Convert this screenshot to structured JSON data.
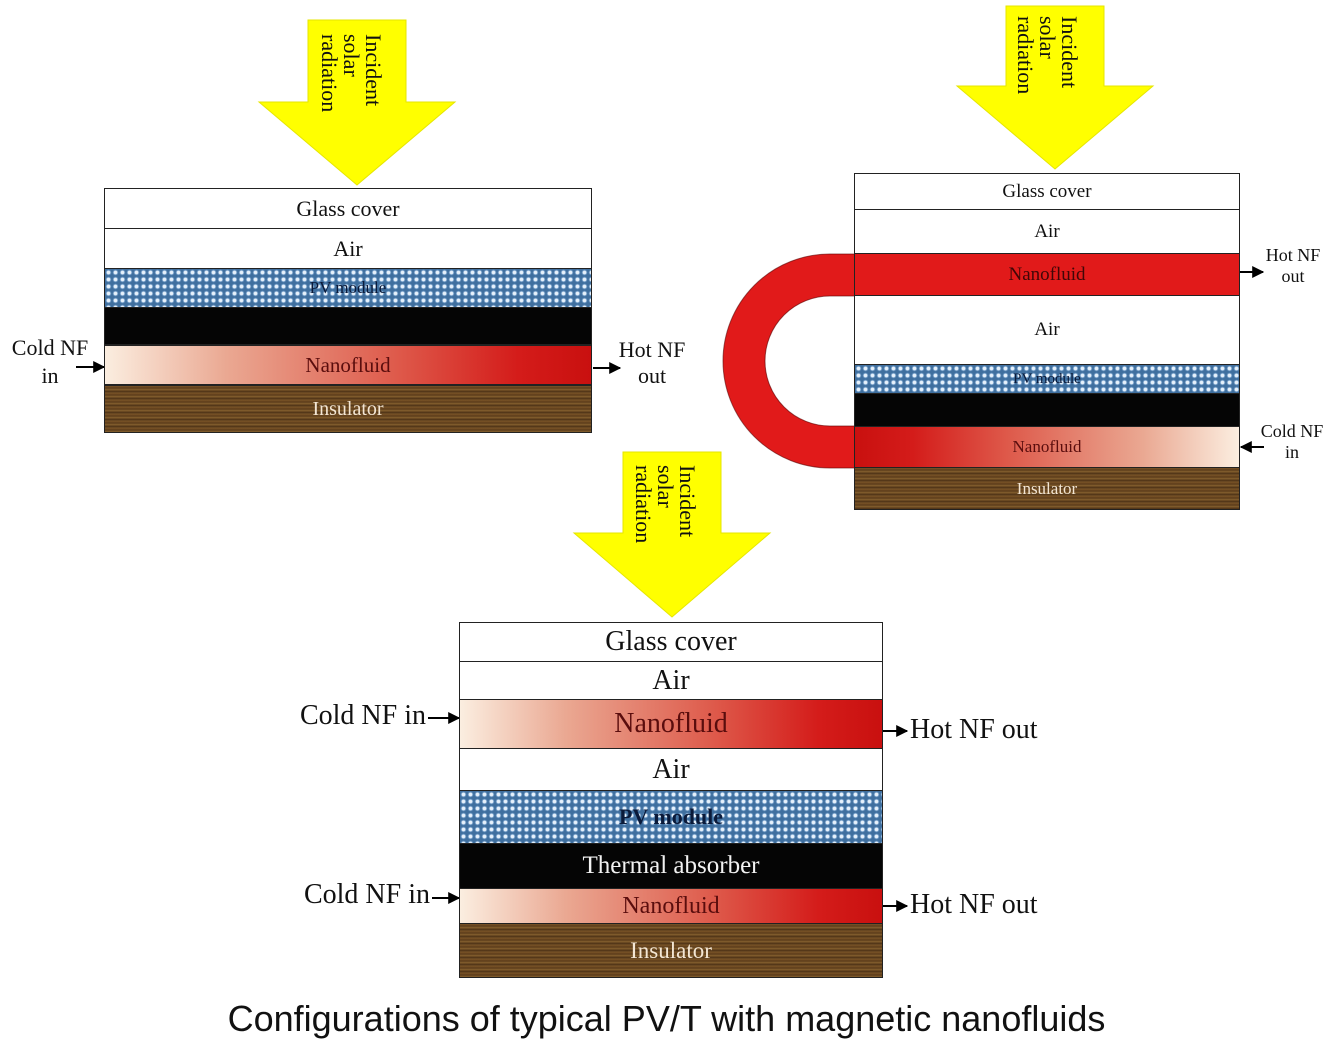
{
  "caption": "Configurations of typical PV/T with magnetic nanofluids",
  "colors": {
    "arrow_yellow": "#ffff00",
    "nanofluid_red": "#e11a1a",
    "nanofluid_cold": "#fbeee0",
    "absorber_black": "#050505",
    "pv_blue": "#3f6f9f",
    "insulator_brown": "#6b4a22"
  },
  "icons": [
    "solar-radiation-arrow-icon",
    "flow-arrow-icon",
    "u-bend-pipe-icon"
  ],
  "config_a": {
    "radiation": [
      "Incident",
      "solar",
      "radiation"
    ],
    "layers": {
      "glass": "Glass cover",
      "air": "Air",
      "pv": "PV module",
      "nanofluid": "Nanofluid",
      "insulator": "Insulator"
    },
    "inlet": "Cold NF\nin",
    "outlet": "Hot NF\nout"
  },
  "config_b": {
    "radiation": [
      "Incident",
      "solar",
      "radiation"
    ],
    "layers": {
      "glass": "Glass cover",
      "air_top": "Air",
      "nanofluid_top": "Nanofluid",
      "air_mid": "Air",
      "pv": "PV module",
      "nanofluid_bottom": "Nanofluid",
      "insulator": "Insulator"
    },
    "outlet": "Hot NF\nout",
    "inlet": "Cold NF\nin"
  },
  "config_c": {
    "radiation": [
      "Incident",
      "solar",
      "radiation"
    ],
    "layers": {
      "glass": "Glass cover",
      "air_top": "Air",
      "nanofluid_top": "Nanofluid",
      "air_mid": "Air",
      "pv": "PV module",
      "absorber": "Thermal absorber",
      "nanofluid_bottom": "Nanofluid",
      "insulator": "Insulator"
    },
    "inlet_top": "Cold NF in",
    "outlet_top": "Hot NF out",
    "inlet_bottom": "Cold NF in",
    "outlet_bottom": "Hot NF out"
  }
}
